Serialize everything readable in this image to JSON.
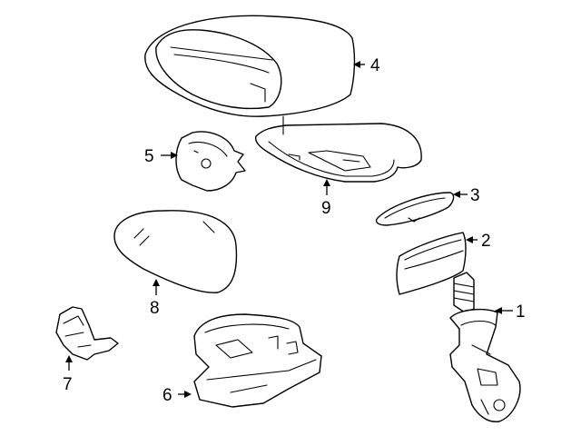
{
  "parts": [
    {
      "id": "mirror-cover",
      "icon": "mirror-cover-icon",
      "callout": "4"
    },
    {
      "id": "adjuster-motor",
      "icon": "adjuster-motor-icon",
      "callout": "5"
    },
    {
      "id": "mirror-housing-frame",
      "icon": "mirror-frame-icon",
      "callout": "9"
    },
    {
      "id": "gasket-ring",
      "icon": "gasket-ring-icon",
      "callout": "3"
    },
    {
      "id": "base-cover",
      "icon": "base-cover-icon",
      "callout": "2"
    },
    {
      "id": "mirror-glass",
      "icon": "mirror-glass-icon",
      "callout": "8"
    },
    {
      "id": "pivot-bracket",
      "icon": "pivot-bracket-icon",
      "callout": "1"
    },
    {
      "id": "clip",
      "icon": "clip-icon",
      "callout": "7"
    },
    {
      "id": "lamp-housing",
      "icon": "lamp-housing-icon",
      "callout": "6"
    }
  ],
  "colors": {
    "line": "#000000",
    "background": "#ffffff"
  }
}
